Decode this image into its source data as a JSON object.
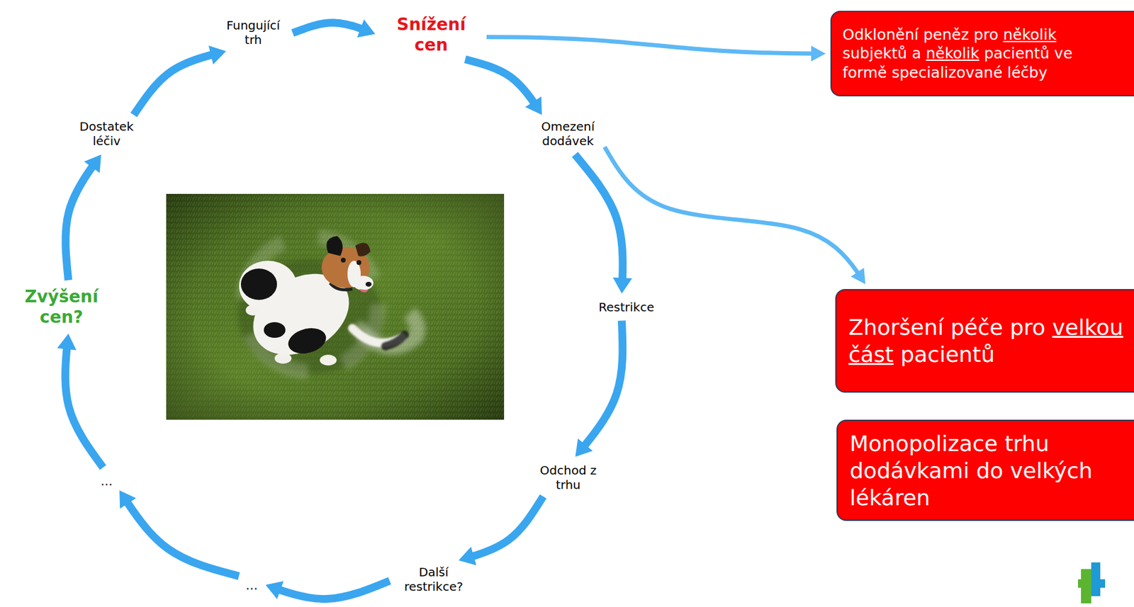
{
  "diagram": {
    "nodes": [
      {
        "text": [
          "Fungující trh"
        ]
      },
      {
        "text": [
          "Snížení cen"
        ]
      },
      {
        "text": [
          "Omezení dodávek"
        ]
      },
      {
        "text": [
          "Restrikce"
        ]
      },
      {
        "text": [
          "Odchod z trhu"
        ]
      },
      {
        "text": [
          "Další restrikce?"
        ]
      },
      {
        "text": [
          "…"
        ]
      },
      {
        "text": [
          "…"
        ]
      },
      {
        "text": [
          "Zvýšení cen?"
        ]
      },
      {
        "text": [
          "Dostatek léčiv"
        ]
      },
      {
        "text": [
          "Odklonění peněz pro několik subjektů a několik pacientů ve formě specializované léčby"
        ]
      },
      {
        "text": [
          "Zhoršení péče pro velkou část pacientů"
        ]
      },
      {
        "text": [
          "Monopolizace trhu dodávkami do velkých lékáren"
        ]
      }
    ],
    "edges": [
      {
        "from": 0,
        "to": 1,
        "arrow": "to"
      },
      {
        "from": 1,
        "to": 2,
        "arrow": "to"
      },
      {
        "from": 2,
        "to": 3,
        "arrow": "to"
      },
      {
        "from": 3,
        "to": 4,
        "arrow": "to"
      },
      {
        "from": 4,
        "to": 5,
        "arrow": "to"
      },
      {
        "from": 5,
        "to": 6,
        "arrow": "to"
      },
      {
        "from": 6,
        "to": 7,
        "arrow": "to"
      },
      {
        "from": 7,
        "to": 8,
        "arrow": "to"
      },
      {
        "from": 8,
        "to": 9,
        "arrow": "to"
      },
      {
        "from": 9,
        "to": 0,
        "arrow": "to"
      },
      {
        "from": 1,
        "to": 10,
        "arrow": "to"
      },
      {
        "from": 2,
        "to": 11,
        "arrow": "to"
      }
    ]
  }
}
